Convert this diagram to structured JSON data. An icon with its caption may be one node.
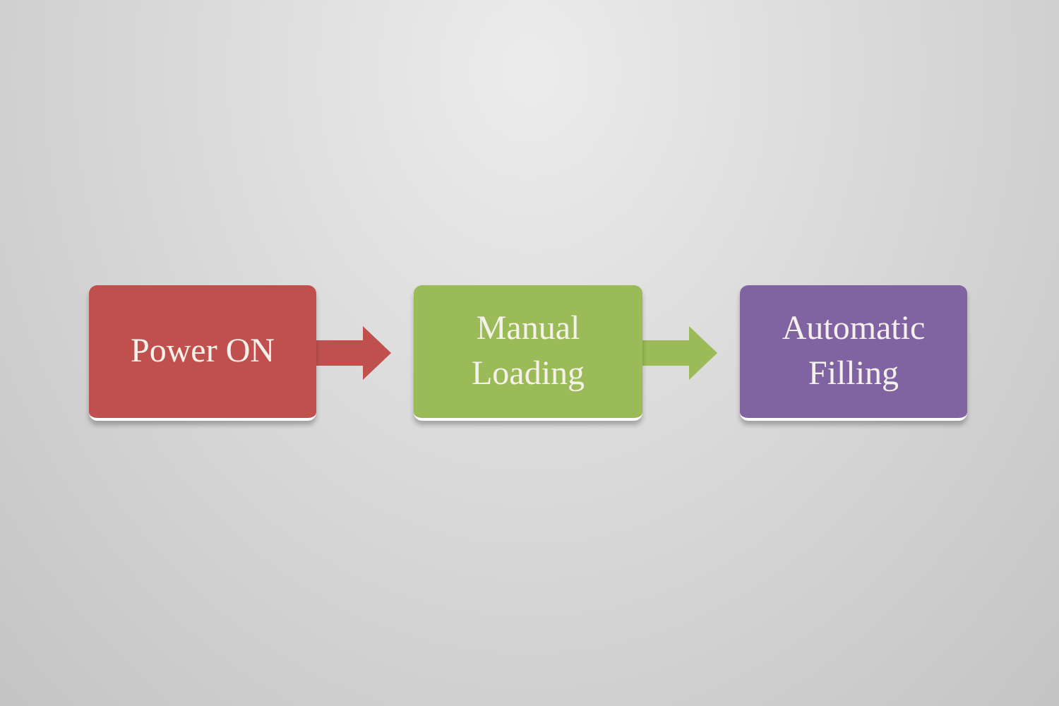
{
  "diagram": {
    "nodes": [
      {
        "text": [
          "Power ON"
        ]
      },
      {
        "text": [
          "Manual Loading"
        ]
      },
      {
        "text": [
          "Automatic Filling"
        ]
      }
    ],
    "edges": [
      {
        "from": 0,
        "to": 1,
        "arrow": "to",
        "color": "#c0504d"
      },
      {
        "from": 1,
        "to": 2,
        "arrow": "to",
        "color": "#9bbb59"
      }
    ]
  }
}
